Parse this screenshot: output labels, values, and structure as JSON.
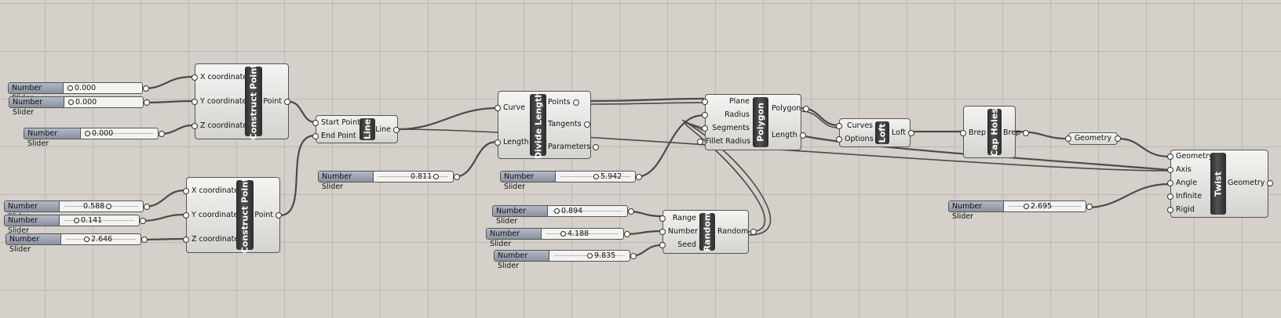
{
  "components": {
    "construct_point_1": {
      "title": "Construct Point",
      "inputs": [
        "X coordinate",
        "Y coordinate",
        "Z coordinate"
      ],
      "outputs": [
        "Point"
      ]
    },
    "construct_point_2": {
      "title": "Construct Point",
      "inputs": [
        "X coordinate",
        "Y coordinate",
        "Z coordinate"
      ],
      "outputs": [
        "Point"
      ]
    },
    "line": {
      "title": "Line",
      "inputs": [
        "Start Point",
        "End Point"
      ],
      "outputs": [
        "Line"
      ]
    },
    "divide_length": {
      "title": "Divide Length",
      "inputs": [
        "Curve",
        "Length"
      ],
      "outputs": [
        "Points",
        "Tangents",
        "Parameters"
      ]
    },
    "polygon": {
      "title": "Polygon",
      "inputs": [
        "Plane",
        "Radius",
        "Segments",
        "Fillet Radius"
      ],
      "outputs": [
        "Polygon",
        "Length"
      ]
    },
    "random": {
      "title": "Random",
      "inputs": [
        "Range",
        "Number",
        "Seed"
      ],
      "outputs": [
        "Random"
      ]
    },
    "loft": {
      "title": "Loft",
      "inputs": [
        "Curves",
        "Options"
      ],
      "outputs": [
        "Loft"
      ]
    },
    "cap_holes": {
      "title": "Cap Holes",
      "inputs": [
        "Brep"
      ],
      "outputs": [
        "Brep"
      ]
    },
    "geometry_param": {
      "label": "Geometry"
    },
    "twist": {
      "title": "Twist",
      "inputs": [
        "Geometry",
        "Axis",
        "Angle",
        "Infinite",
        "Rigid"
      ],
      "outputs": [
        "Geometry"
      ]
    }
  },
  "sliders": [
    {
      "name": "Number Slider",
      "value": "0.000"
    },
    {
      "name": "Number Slider",
      "value": "0.000"
    },
    {
      "name": "Number Slider",
      "value": "0.000"
    },
    {
      "name": "Number Slider",
      "value": "0.588"
    },
    {
      "name": "Number Slider",
      "value": "0.141"
    },
    {
      "name": "Number Slider",
      "value": "2.646"
    },
    {
      "name": "Number Slider",
      "value": "0.811"
    },
    {
      "name": "Number Slider",
      "value": "5.942"
    },
    {
      "name": "Number Slider",
      "value": "0.894"
    },
    {
      "name": "Number Slider",
      "value": "4.188"
    },
    {
      "name": "Number Slider",
      "value": "9.835"
    },
    {
      "name": "Number Slider",
      "value": "2.695"
    }
  ]
}
